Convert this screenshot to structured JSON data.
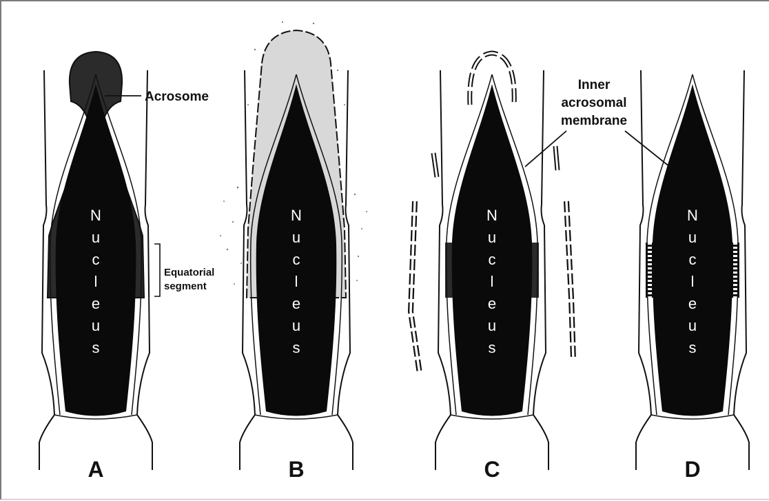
{
  "panels": [
    {
      "label": "A",
      "nucleus_text": "Nucleus"
    },
    {
      "label": "B",
      "nucleus_text": "Nucleus"
    },
    {
      "label": "C",
      "nucleus_text": "Nucleus"
    },
    {
      "label": "D",
      "nucleus_text": "Nucleus"
    }
  ],
  "annotations": {
    "acrosome": "Acrosome",
    "equatorial_line1": "Equatorial",
    "equatorial_line2": "segment",
    "inner_line1": "Inner",
    "inner_line2": "acrosomal",
    "inner_line3": "membrane"
  },
  "colors": {
    "ink": "#111111",
    "nucleus": "#0a0a0a",
    "acrosome_fill": "#2b2b2b",
    "stipple": "#555555"
  }
}
